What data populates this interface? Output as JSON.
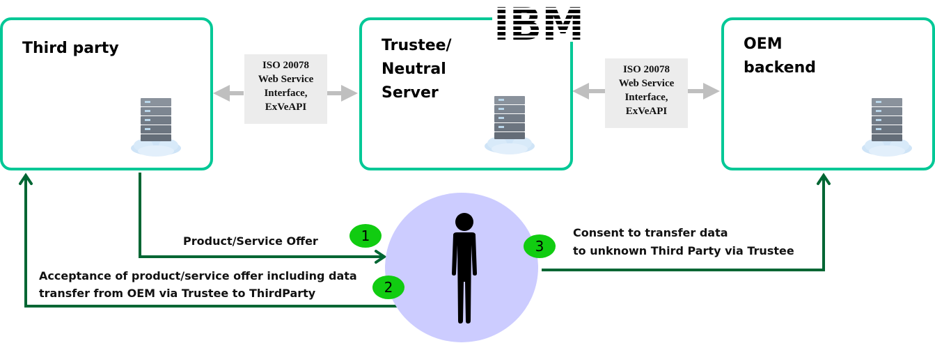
{
  "nodes": {
    "third_party": {
      "title": "Third party",
      "icon": "cloud-server-icon"
    },
    "trustee": {
      "title": "Trustee/\nNeutral\nServer",
      "icon": "cloud-server-icon"
    },
    "oem": {
      "title": "OEM\nbackend",
      "icon": "cloud-server-icon"
    }
  },
  "interfaces": {
    "left": "ISO 20078\nWeb Service\nInterface,\nExVeAPI",
    "right": "ISO 20078\nWeb Service\nInterface,\nExVeAPI"
  },
  "logo": {
    "text": "IBM",
    "icon": "ibm-logo"
  },
  "person": {
    "icon": "person-icon"
  },
  "steps": [
    {
      "number": "1",
      "label": "Product/Service Offer"
    },
    {
      "number": "2",
      "label": "Acceptance of product/service offer including data\ntransfer from OEM via Trustee to ThirdParty"
    },
    {
      "number": "3",
      "label": "Consent to transfer data\nto unknown Third Party via Trustee"
    }
  ],
  "colors": {
    "node_border": "#00c896",
    "flow_arrow": "#006633",
    "interface_arrow": "#bfbfbf",
    "badge": "#11cc11",
    "person_circle": "#ccccff"
  }
}
